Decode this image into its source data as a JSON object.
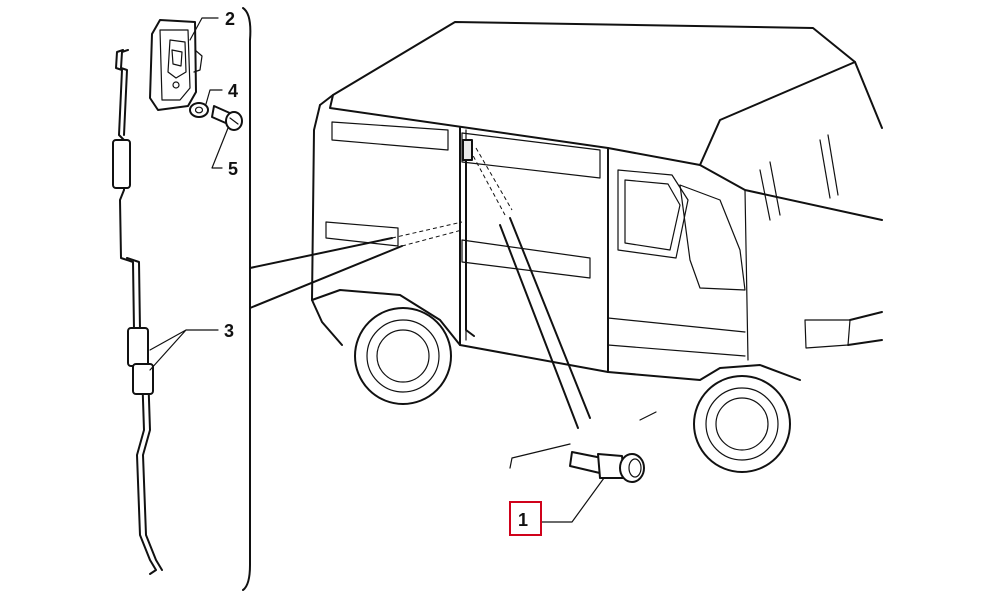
{
  "callouts": [
    {
      "id": "1",
      "label": "1",
      "highlighted": true
    },
    {
      "id": "2",
      "label": "2",
      "highlighted": false
    },
    {
      "id": "3",
      "label": "3",
      "highlighted": false
    },
    {
      "id": "4",
      "label": "4",
      "highlighted": false
    },
    {
      "id": "5",
      "label": "5",
      "highlighted": false
    }
  ],
  "colors": {
    "line": "#111111",
    "highlight": "#d0021b",
    "background": "#ffffff"
  }
}
